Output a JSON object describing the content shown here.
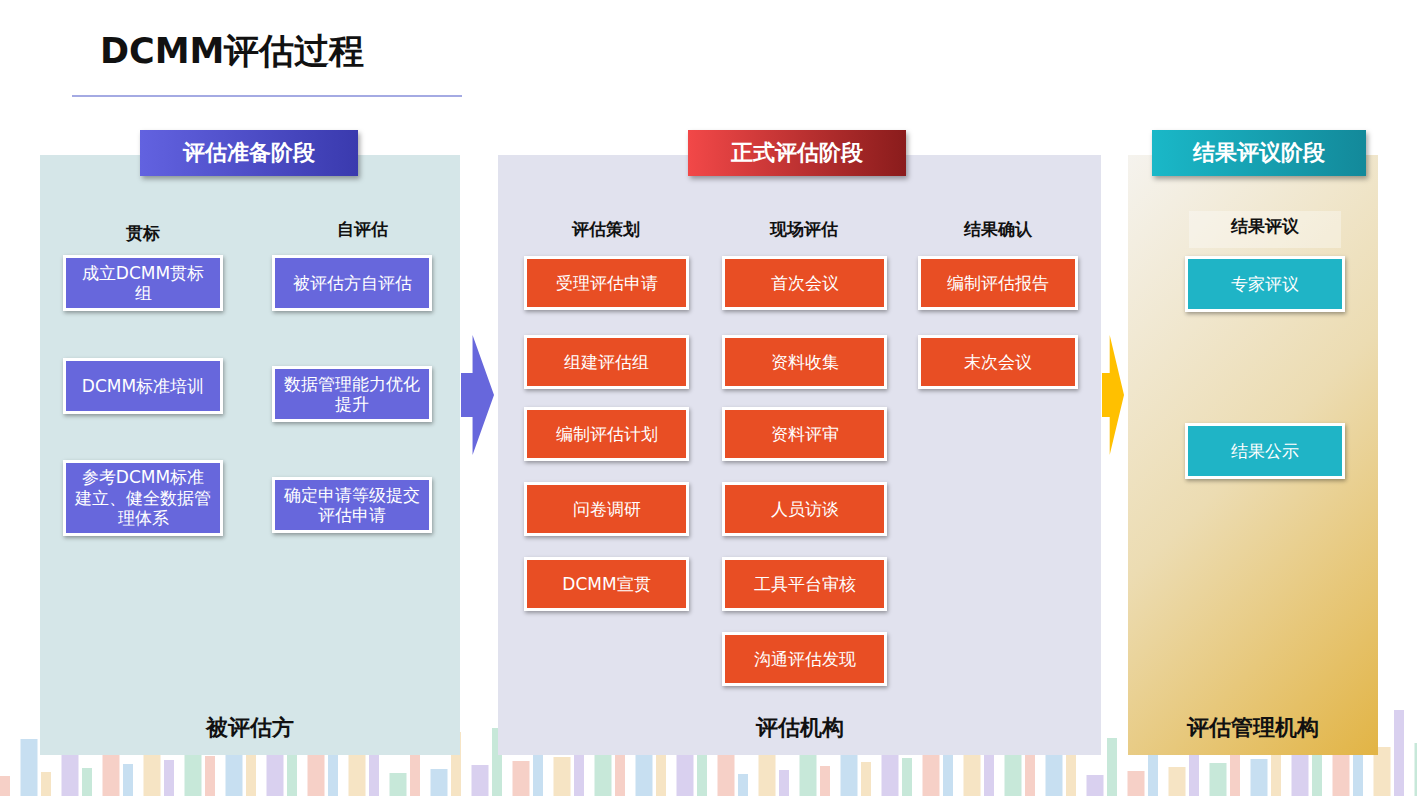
{
  "diagram": {
    "title": "DCMM评估过程",
    "nodes": [
      {
        "text": [
          "被评估方"
        ]
      },
      {
        "text": [
          "评估准备阶段"
        ],
        "in": 0
      },
      {
        "text": [
          "成立DCMM贯标组"
        ],
        "in": 0
      },
      {
        "text": [
          "DCMM标准培训"
        ],
        "in": 0
      },
      {
        "text": [
          "参考DCMM标准建立、健全数据管理体系"
        ],
        "in": 0
      },
      {
        "text": [
          "被评估方自评估"
        ],
        "in": 0
      },
      {
        "text": [
          "数据管理能力优化提升"
        ],
        "in": 0
      },
      {
        "text": [
          "确定申请等级提交评估申请"
        ],
        "in": 0
      },
      {
        "text": [
          "评估机构"
        ]
      },
      {
        "text": [
          "正式评估阶段"
        ],
        "in": 8
      },
      {
        "text": [
          "受理评估申请"
        ],
        "in": 8
      },
      {
        "text": [
          "组建评估组"
        ],
        "in": 8
      },
      {
        "text": [
          "编制评估计划"
        ],
        "in": 8
      },
      {
        "text": [
          "问卷调研"
        ],
        "in": 8
      },
      {
        "text": [
          "DCMM宣贯"
        ],
        "in": 8
      },
      {
        "text": [
          "首次会议"
        ],
        "in": 8
      },
      {
        "text": [
          "资料收集"
        ],
        "in": 8
      },
      {
        "text": [
          "资料评审"
        ],
        "in": 8
      },
      {
        "text": [
          "人员访谈"
        ],
        "in": 8
      },
      {
        "text": [
          "工具平台审核"
        ],
        "in": 8
      },
      {
        "text": [
          "沟通评估发现"
        ],
        "in": 8
      },
      {
        "text": [
          "编制评估报告"
        ],
        "in": 8
      },
      {
        "text": [
          "末次会议"
        ],
        "in": 8
      },
      {
        "text": [
          "评估管理机构"
        ]
      },
      {
        "text": [
          "结果评议阶段"
        ],
        "in": 23
      },
      {
        "text": [
          "专家评议"
        ],
        "in": 23
      },
      {
        "text": [
          "结果公示"
        ],
        "in": 23
      }
    ],
    "edges": [
      {
        "from": 0,
        "to": 8,
        "arrow": "to"
      },
      {
        "from": 8,
        "to": 23,
        "arrow": "to"
      }
    ],
    "labels": [
      "贯标",
      "自评估",
      "评估策划",
      "现场评估",
      "结果确认",
      "结果评议"
    ]
  }
}
